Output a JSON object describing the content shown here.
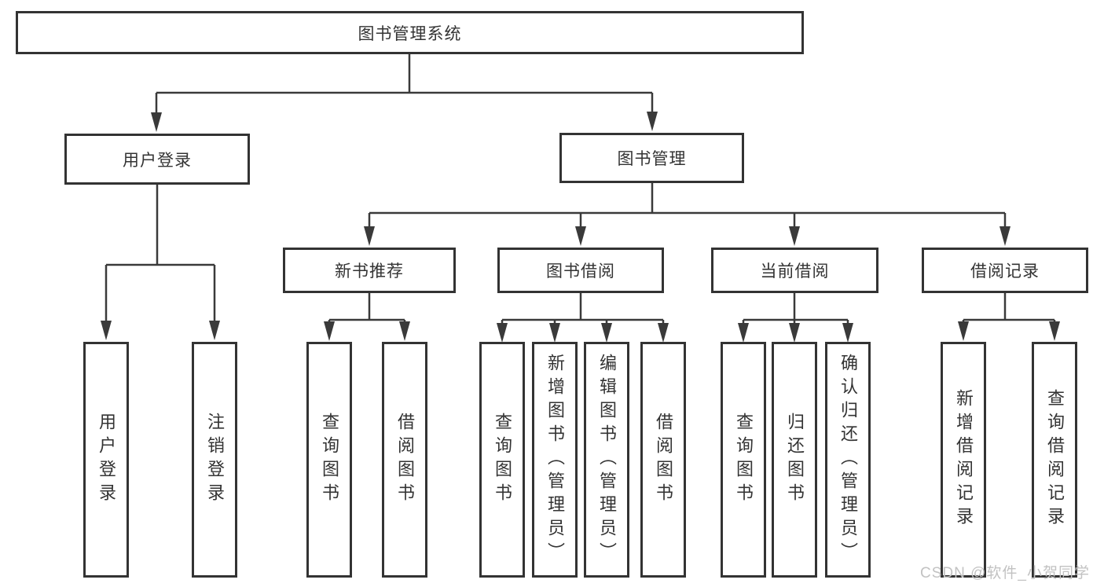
{
  "diagram": {
    "root": "图书管理系统",
    "branches": [
      {
        "label": "用户登录",
        "leaves": [
          "用户登录",
          "注销登录"
        ]
      },
      {
        "label": "图书管理",
        "sections": [
          {
            "label": "新书推荐",
            "leaves": [
              "查询图书",
              "借阅图书"
            ]
          },
          {
            "label": "图书借阅",
            "leaves": [
              "查询图书",
              "新增图书（管理员）",
              "编辑图书（管理员）",
              "借阅图书"
            ]
          },
          {
            "label": "当前借阅",
            "leaves": [
              "查询图书",
              "归还图书",
              "确认归还（管理员）"
            ]
          },
          {
            "label": "借阅记录",
            "leaves": [
              "新增借阅记录",
              "查询借阅记录"
            ]
          }
        ]
      }
    ]
  },
  "watermark": "CSDN @软件_小贺同学",
  "colors": {
    "line": "#3a3a3a",
    "box_border": "#333333",
    "text": "#333333",
    "watermark": "#c2c2c2",
    "background": "#ffffff"
  }
}
